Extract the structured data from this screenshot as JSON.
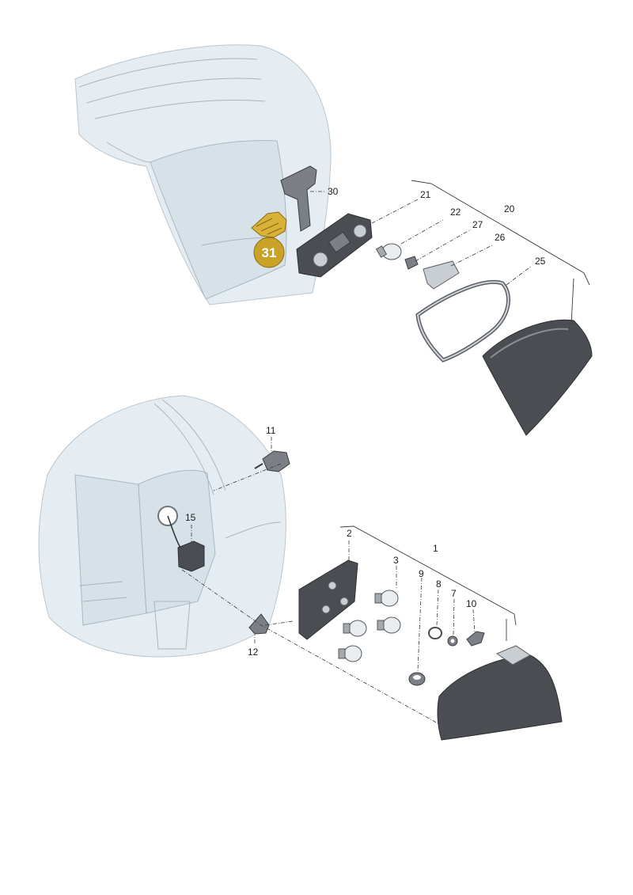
{
  "diagram": {
    "upper_assembly": {
      "callouts": [
        "30",
        "21",
        "22",
        "27",
        "20",
        "26",
        "25"
      ],
      "highlight": {
        "label": "31",
        "color": "#c9a227"
      }
    },
    "lower_assembly": {
      "callouts": [
        "11",
        "15",
        "2",
        "1",
        "3",
        "9",
        "8",
        "7",
        "10",
        "12"
      ]
    },
    "colors": {
      "body_panel": "#e6edf2",
      "lamp_dark": "#4a4d52",
      "highlight_gold": "#c9a227"
    }
  }
}
